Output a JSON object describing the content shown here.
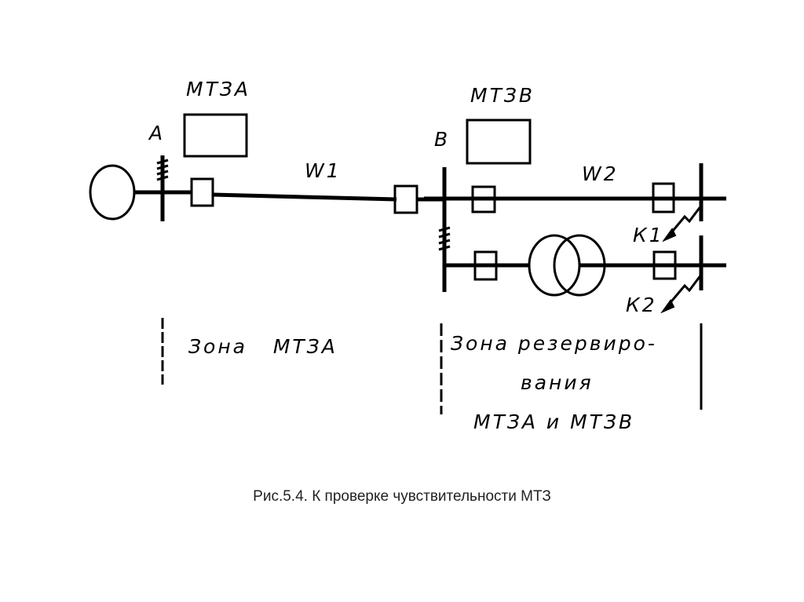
{
  "diagram": {
    "labels": {
      "relay_a": "МТЗА",
      "relay_b": "МТЗВ",
      "bus_a": "А",
      "bus_b": "В",
      "line_w1": "W1",
      "line_w2": "W2",
      "fault_k1": "К1",
      "fault_k2": "К2"
    },
    "zones": {
      "zone_a": "Зона   МТЗА",
      "zone_backup_line1": "Зона резервиро-",
      "zone_backup_line2": "вания",
      "zone_backup_line3": "МТЗА и МТЗВ"
    }
  },
  "caption": "Рис.5.4. К проверке чувствительности МТЗ"
}
